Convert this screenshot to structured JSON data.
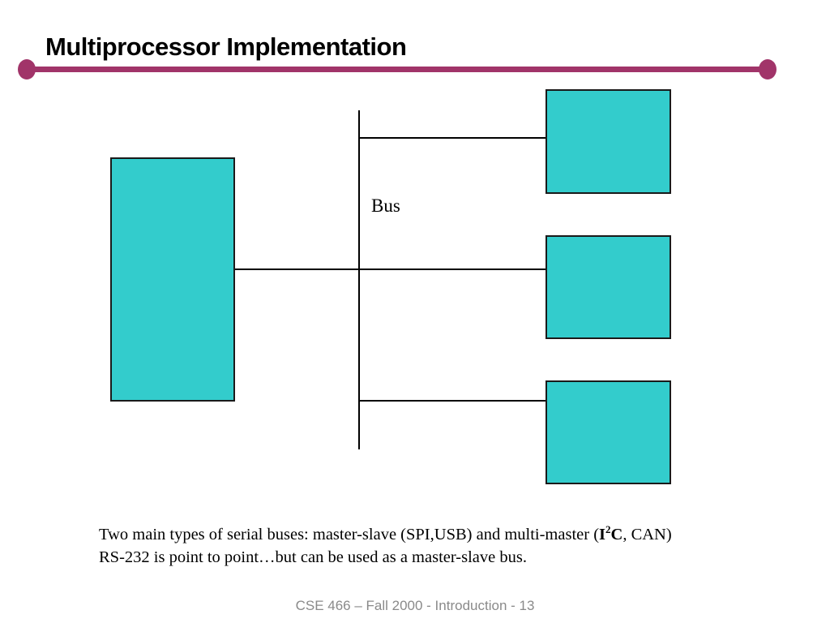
{
  "slide": {
    "title": "Multiprocessor Implementation",
    "footer": "CSE 466 – Fall 2000 - Introduction - 13"
  },
  "diagram": {
    "bus_label": "Bus",
    "node_fill_color": "#33CCCC",
    "node_border_color": "#1A1A1A",
    "line_color": "#000000",
    "nodes": [
      {
        "role": "left-block"
      },
      {
        "role": "right-block-1"
      },
      {
        "role": "right-block-2"
      },
      {
        "role": "right-block-3"
      }
    ]
  },
  "body": {
    "line1_pre": "Two main types of serial buses: master-slave (SPI,USB) and multi-master (",
    "line1_bold_base": "I",
    "line1_bold_sup": "2",
    "line1_bold_end": "C",
    "line1_post": ", CAN)",
    "line2": "RS-232 is point to point…but can be used as a master-slave bus."
  },
  "accent": {
    "rule_color": "#A13469"
  }
}
